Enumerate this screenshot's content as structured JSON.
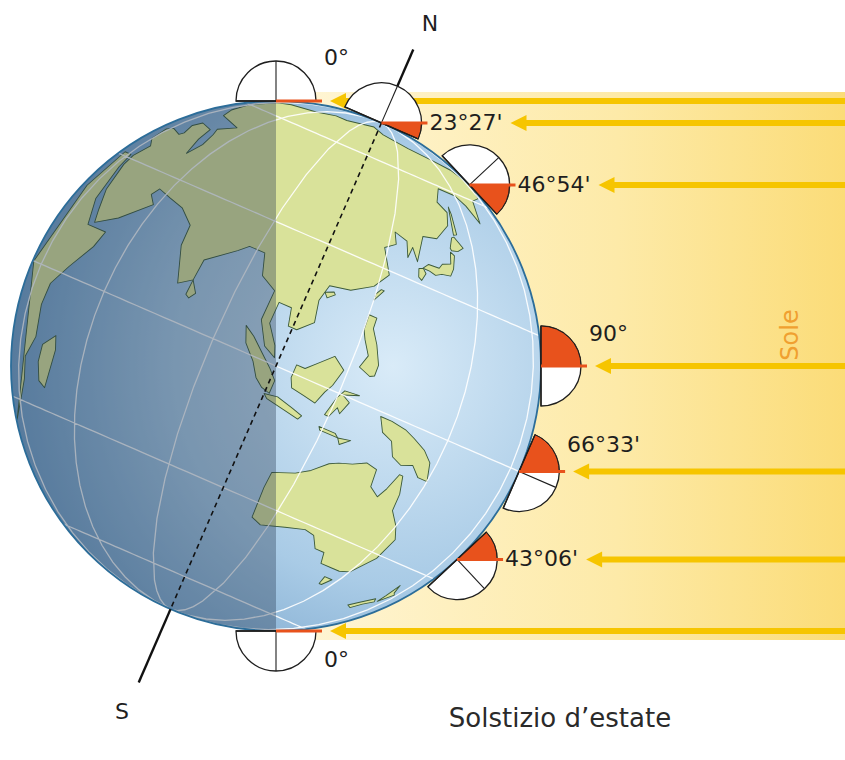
{
  "diagram": {
    "caption": "Solstizio d’estate",
    "labels": [
      "N",
      "0°",
      "23°27'",
      "46°54'",
      "90°",
      "66°33'",
      "43°06'",
      "0°",
      "S",
      "Sole"
    ]
  }
}
